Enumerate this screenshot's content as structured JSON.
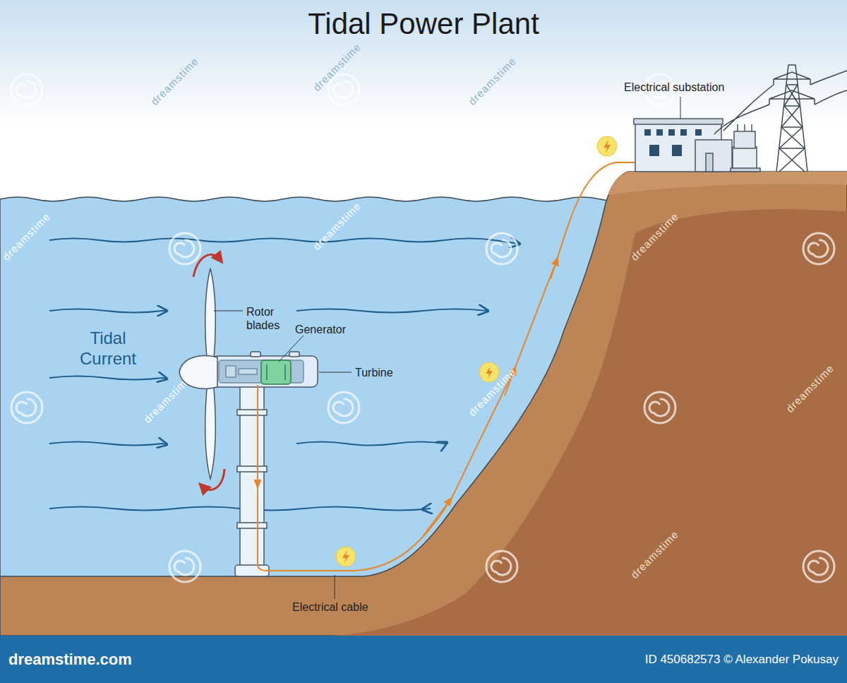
{
  "diagram": {
    "title": "Tidal Power Plant",
    "nodes": [
      {
        "text": [
          "dreamstime.com",
          "ID 450682573 © Alexander Pokusay"
        ]
      }
    ],
    "labels": [
      "Electrical substation",
      "Rotor blades",
      "Generator",
      "Turbine",
      "Tidal Current",
      "Electrical cable",
      "dreamstime",
      "dreamstime",
      "dreamstime",
      "dreamstime",
      "dreamstime",
      "dreamstime",
      "dreamstime",
      "dreamstime",
      "dreamstime",
      "dreamstime"
    ]
  }
}
